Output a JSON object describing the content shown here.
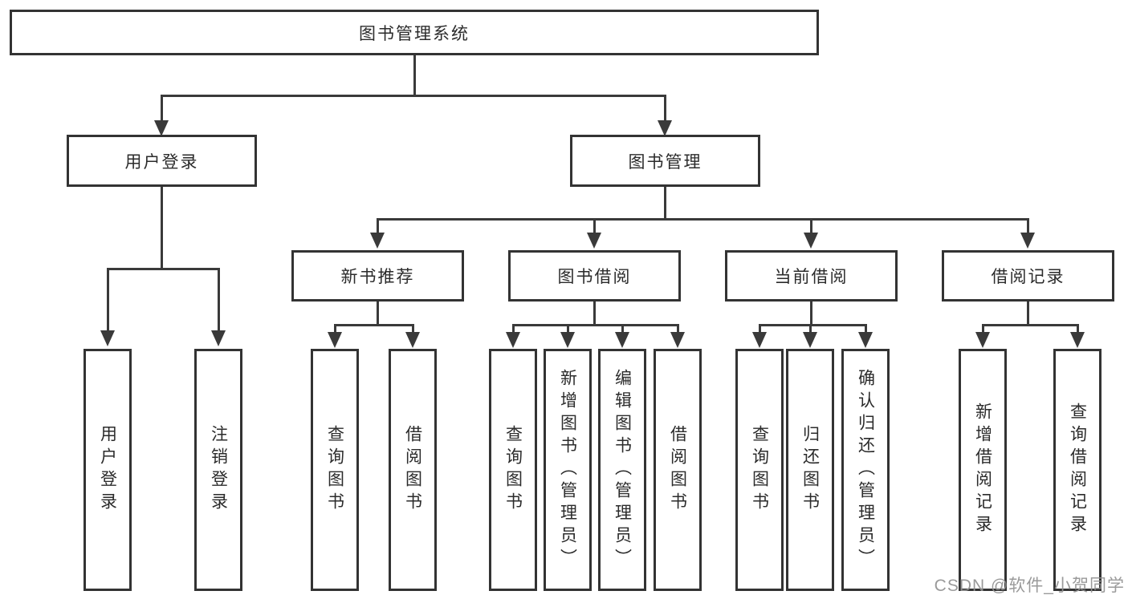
{
  "diagram": {
    "title": "图书管理系统",
    "level2": {
      "user_login": "用户登录",
      "book_mgmt": "图书管理"
    },
    "level3": {
      "new_books": "新书推荐",
      "book_borrow": "图书借阅",
      "current_borrow": "当前借阅",
      "borrow_records": "借阅记录"
    },
    "leaves": {
      "user_login": [
        "用户登录",
        "注销登录"
      ],
      "new_books": [
        "查询图书",
        "借阅图书"
      ],
      "book_borrow": [
        "查询图书",
        "新增图书（管理员）",
        "编辑图书（管理员）",
        "借阅图书"
      ],
      "current_borrow": [
        "查询图书",
        "归还图书",
        "确认归还（管理员）"
      ],
      "borrow_records": [
        "新增借阅记录",
        "查询借阅记录"
      ]
    }
  },
  "watermark": "CSDN @软件_小贺同学",
  "colors": {
    "line": "#3a3a3a",
    "border": "#333333",
    "background": "#ffffff",
    "watermark": "#919191"
  }
}
